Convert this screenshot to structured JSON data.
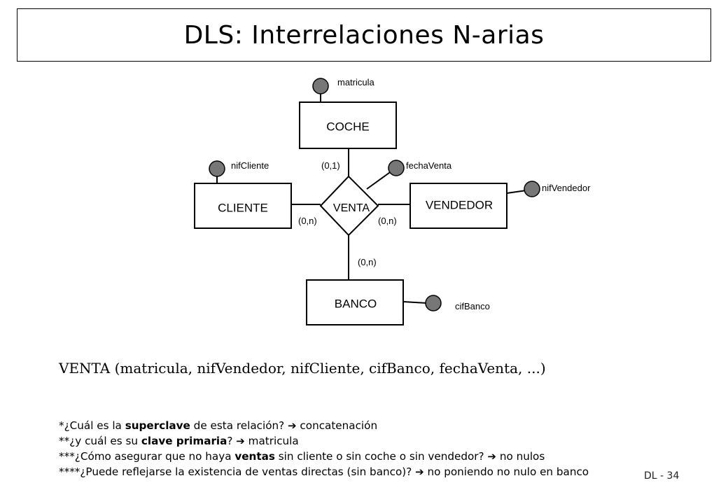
{
  "slide": {
    "title": "DLS: Interrelaciones N-arias",
    "number": "DL - 34"
  },
  "diagram": {
    "relationship": "VENTA",
    "entities": {
      "coche": "COCHE",
      "cliente": "CLIENTE",
      "vendedor": "VENDEDOR",
      "banco": "BANCO"
    },
    "attributes": {
      "matricula": "matricula",
      "nifCliente": "nifCliente",
      "fechaVenta": "fechaVenta",
      "nifVendedor": "nifVendedor",
      "cifBanco": "cifBanco"
    },
    "cardinalities": {
      "coche": "(0,1)",
      "cliente": "(0,n)",
      "vendedor": "(0,n)",
      "banco": "(0,n)"
    },
    "colors": {
      "attribute_fill": "#777777",
      "stroke": "#000000"
    }
  },
  "schema": "VENTA (matricula, nifVendedor, nifCliente, cifBanco, fechaVenta, ...)",
  "questions": [
    {
      "prefix": "*¿Cuál es la ",
      "bold": "superclave",
      "middle": " de esta relación? ",
      "arrow": "➔",
      "answer": " concatenación"
    },
    {
      "prefix": "**¿y cuál es su ",
      "bold": "clave primaria",
      "middle": "? ",
      "arrow": "➔",
      "answer": " matricula"
    },
    {
      "prefix": "***¿Cómo asegurar que no haya ",
      "bold": "ventas",
      "middle": " sin cliente o sin coche o sin vendedor? ",
      "arrow": "➔",
      "answer": " no nulos"
    },
    {
      "prefix": "****¿Puede reflejarse la existencia de ventas directas (sin banco)? ",
      "bold": "",
      "middle": "",
      "arrow": "➔",
      "answer": " no poniendo no nulo en banco"
    }
  ]
}
